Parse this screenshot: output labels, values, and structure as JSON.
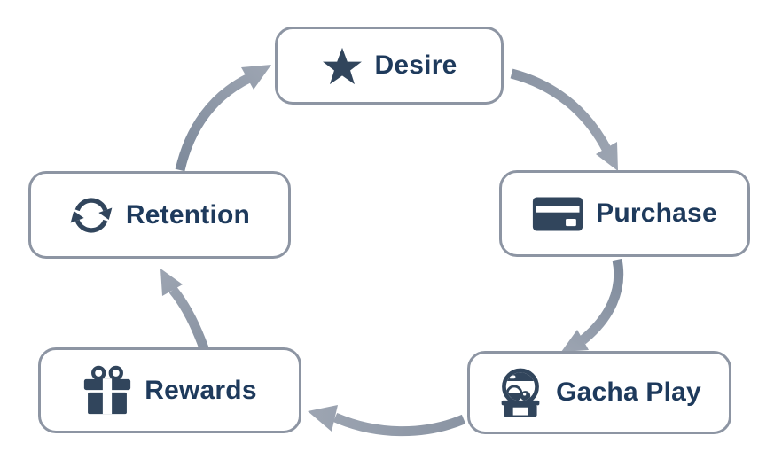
{
  "diagram": {
    "type": "cycle-flow",
    "nodes": [
      {
        "id": "desire",
        "label": "Desire",
        "icon": "star-icon"
      },
      {
        "id": "purchase",
        "label": "Purchase",
        "icon": "credit-card-icon"
      },
      {
        "id": "gacha",
        "label": "Gacha Play",
        "icon": "gacha-machine-icon"
      },
      {
        "id": "rewards",
        "label": "Rewards",
        "icon": "gift-icon"
      },
      {
        "id": "retention",
        "label": "Retention",
        "icon": "refresh-cycle-icon"
      }
    ],
    "edges": [
      {
        "from": "Desire",
        "to": "Purchase"
      },
      {
        "from": "Purchase",
        "to": "Gacha Play"
      },
      {
        "from": "Gacha Play",
        "to": "Rewards"
      },
      {
        "from": "Rewards",
        "to": "Retention"
      },
      {
        "from": "Retention",
        "to": "Desire"
      }
    ],
    "colors": {
      "background": "#ffffff",
      "box_fill": "#ffffff",
      "box_border": "#8d95a3",
      "label_text": "#1e3a5c",
      "icon": "#31455c",
      "arrow_tail": "#7e8a9b",
      "arrow_head": "#9da5b2"
    }
  }
}
